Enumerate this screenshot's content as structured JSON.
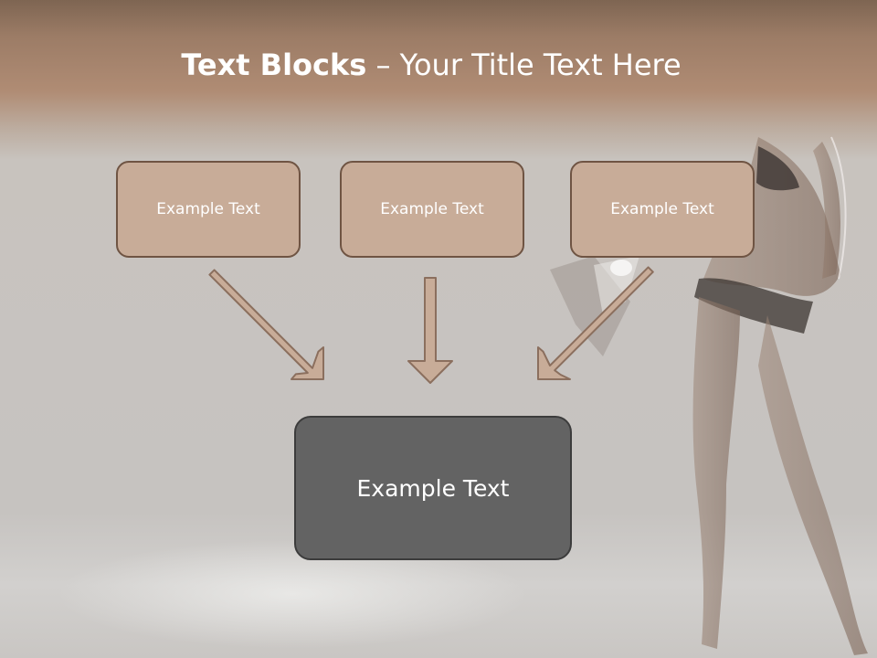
{
  "slide": {
    "title_bold": "Text Blocks",
    "title_rest": " – Your Title Text Here",
    "boxes": [
      {
        "label": "Example Text"
      },
      {
        "label": "Example Text"
      },
      {
        "label": "Example Text"
      }
    ],
    "main_box": {
      "label": "Example Text"
    }
  },
  "colors": {
    "box_fill": "#c8ac98",
    "box_border": "#6f5443",
    "main_box_fill": "#636363",
    "header_band": "#a88570"
  }
}
